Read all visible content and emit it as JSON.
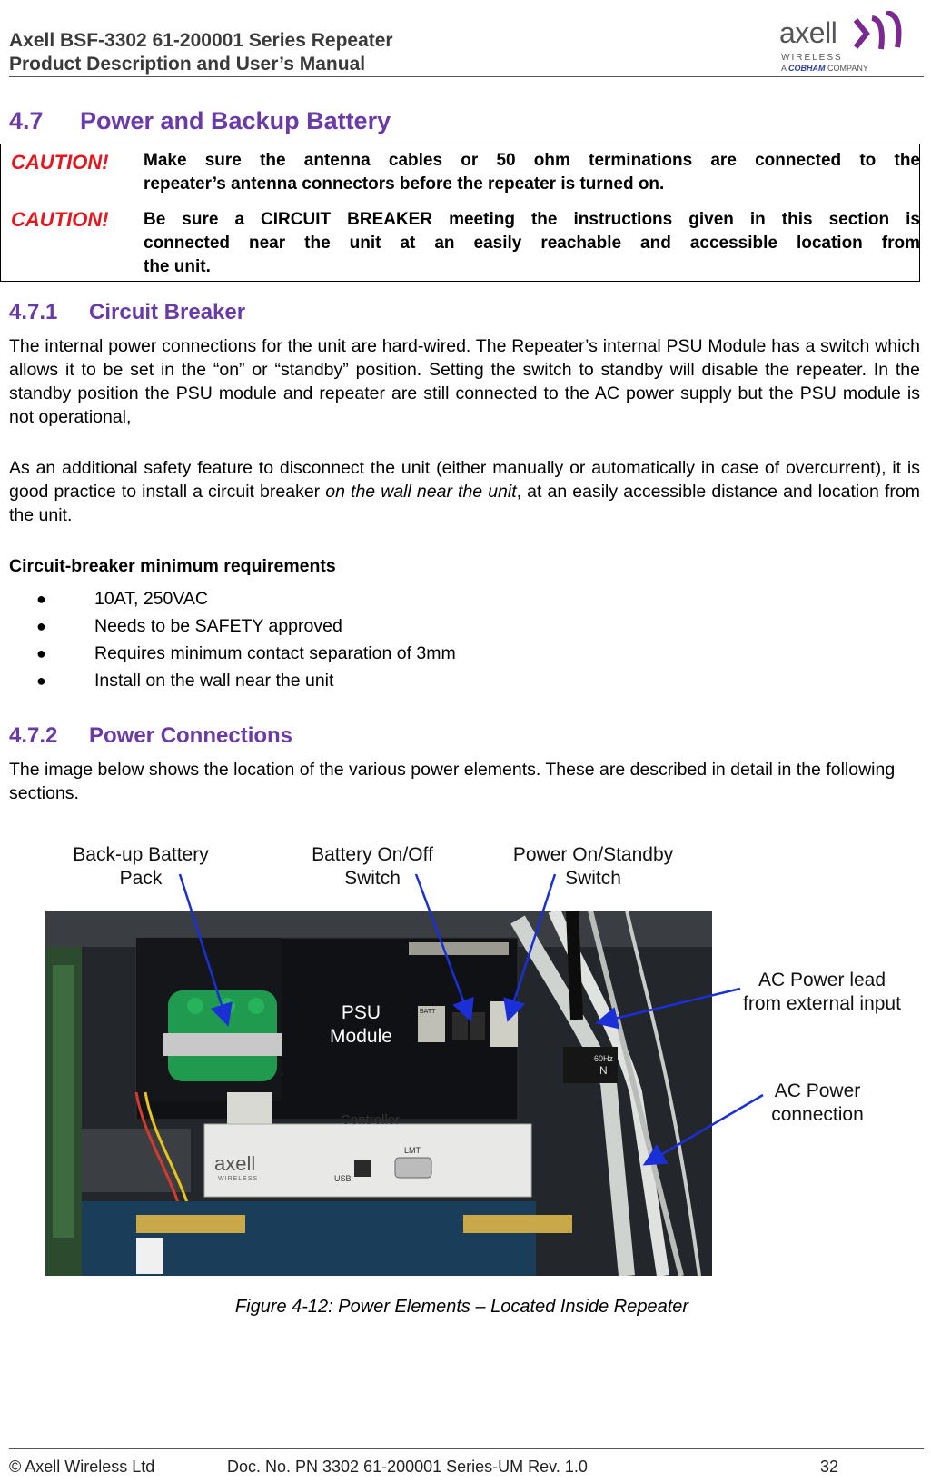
{
  "header": {
    "line1": "Axell BSF-3302 61-200001 Series Repeater",
    "line2": "Product Description and User’s Manual"
  },
  "logo": {
    "word": "axell",
    "sub1": "WIRELESS",
    "sub2_prefix": "A",
    "sub2_brand": "COBHAM",
    "sub2_suffix": "COMPANY"
  },
  "section": {
    "number": "4.7",
    "title": "Power and Backup Battery"
  },
  "cautions": [
    {
      "label": "CAUTION!",
      "lines": [
        "Make sure the antenna cables or 50 ohm terminations are connected to the",
        "repeater’s antenna connectors before the repeater is turned on."
      ]
    },
    {
      "label": "CAUTION!",
      "lines": [
        "Be sure a CIRCUIT BREAKER meeting the instructions given in this section is",
        "connected near the unit at an easily reachable and accessible location from",
        "the unit."
      ]
    }
  ],
  "sub1": {
    "number": "4.7.1",
    "title": "Circuit Breaker",
    "para1": "The internal power connections for the unit are hard-wired. The Repeater’s internal PSU Module has a switch which allows it to be set in the “on” or “standby” position. Setting the switch to standby will disable the repeater. In the standby position the PSU module and repeater are still connected to the AC power supply but the PSU module is not operational,",
    "para2_a": "As an additional safety feature to disconnect the unit (either manually or automatically in case of overcurrent), it is good practice to install a circuit breaker ",
    "para2_em": "on the wall near the unit",
    "para2_b": ", at an easily accessible distance and location from the unit.",
    "req_heading": "Circuit-breaker minimum requirements",
    "requirements": [
      "10AT, 250VAC",
      "Needs to be SAFETY approved",
      "Requires minimum contact separation of 3mm",
      "Install on the wall near the unit"
    ]
  },
  "sub2": {
    "number": "4.7.2",
    "title": "Power Connections",
    "para": "The image below shows the location of the various power elements. These are described in detail in the following sections."
  },
  "figure": {
    "callouts": {
      "battery": [
        "Back-up Battery",
        "Pack"
      ],
      "batt_switch": [
        "Battery On/Off",
        "Switch"
      ],
      "power_switch": [
        "Power On/Standby",
        "Switch"
      ],
      "ac_lead": [
        "AC Power lead",
        "from external input"
      ],
      "ac_conn": [
        "AC Power",
        "connection"
      ]
    },
    "psu_label": [
      "PSU",
      "Module"
    ],
    "controller_label": "Controller",
    "usb_label": "USB",
    "lmt_label": "LMT",
    "batt_text": "BATT",
    "hz_text": "60Hz",
    "n_text": "N",
    "axell_word": "axell",
    "axell_sub": "WIRELESS",
    "caption": "Figure 4-12: Power Elements – Located Inside Repeater",
    "colors": {
      "arrow": "#1a2fd6",
      "battery": "#1f9a4e",
      "chassis": "#1a1c20",
      "controller": "#e8e8e6"
    }
  },
  "footer": {
    "copyright": "© Axell Wireless Ltd",
    "docno": "Doc. No. PN 3302 61-200001 Series-UM Rev. 1.0",
    "page": "32"
  }
}
